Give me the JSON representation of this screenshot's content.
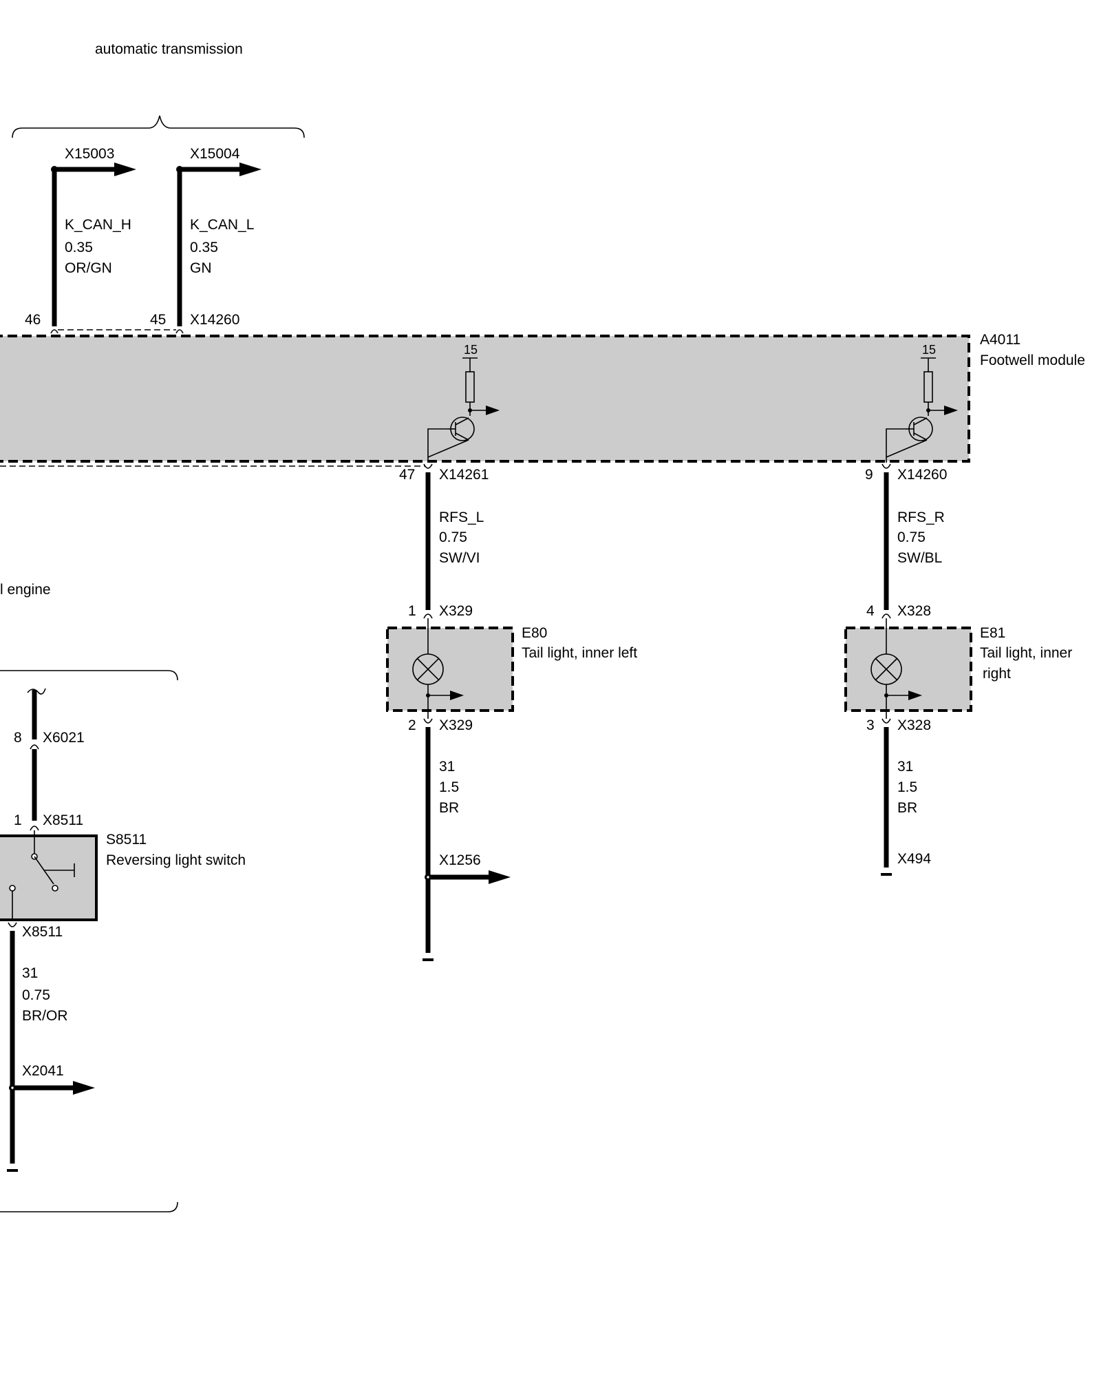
{
  "brace_labels": {
    "automatic_transmission": "automatic transmission",
    "engine": "l engine"
  },
  "connectors": {
    "x15003": "X15003",
    "x15004": "X15004",
    "x14260_top": "X14260",
    "x14261": "X14261",
    "x14260_bottom": "X14260",
    "x329_top": "X329",
    "x329_bottom": "X329",
    "x328_top": "X328",
    "x328_bottom": "X328",
    "x1256": "X1256",
    "x494": "X494",
    "x6021": "X6021",
    "x8511_top": "X8511",
    "x8511_bottom": "X8511",
    "x2041": "X2041"
  },
  "pins": {
    "p46": "46",
    "p45": "45",
    "p47": "47",
    "p9": "9",
    "p1_x329": "1",
    "p2_x329": "2",
    "p4_x328": "4",
    "p3_x328": "3",
    "p8_x6021": "8",
    "p1_x8511": "1"
  },
  "wires": {
    "k_can_h": {
      "name": "K_CAN_H",
      "size": "0.35",
      "color": "OR/GN"
    },
    "k_can_l": {
      "name": "K_CAN_L",
      "size": "0.35",
      "color": "GN"
    },
    "rfs_l": {
      "name": "RFS_L",
      "size": "0.75",
      "color": "SW/VI"
    },
    "rfs_r": {
      "name": "RFS_R",
      "size": "0.75",
      "color": "SW/BL"
    },
    "ground_left": {
      "name": "31",
      "size": "1.5",
      "color": "BR"
    },
    "ground_right": {
      "name": "31",
      "size": "1.5",
      "color": "BR"
    },
    "ground_switch": {
      "name": "31",
      "size": "0.75",
      "color": "BR/OR"
    }
  },
  "components": {
    "a4011": {
      "id": "A4011",
      "name": "Footwell module",
      "terminal_left": "15",
      "terminal_right": "15"
    },
    "e80": {
      "id": "E80",
      "name": "Tail light, inner left"
    },
    "e81": {
      "id": "E81",
      "name_line1": "Tail light, inner",
      "name_line2": "right"
    },
    "s8511": {
      "id": "S8511",
      "name": "Reversing light switch"
    }
  },
  "colors": {
    "module_fill": "#cccccc",
    "line": "#000000",
    "background": "#ffffff"
  }
}
